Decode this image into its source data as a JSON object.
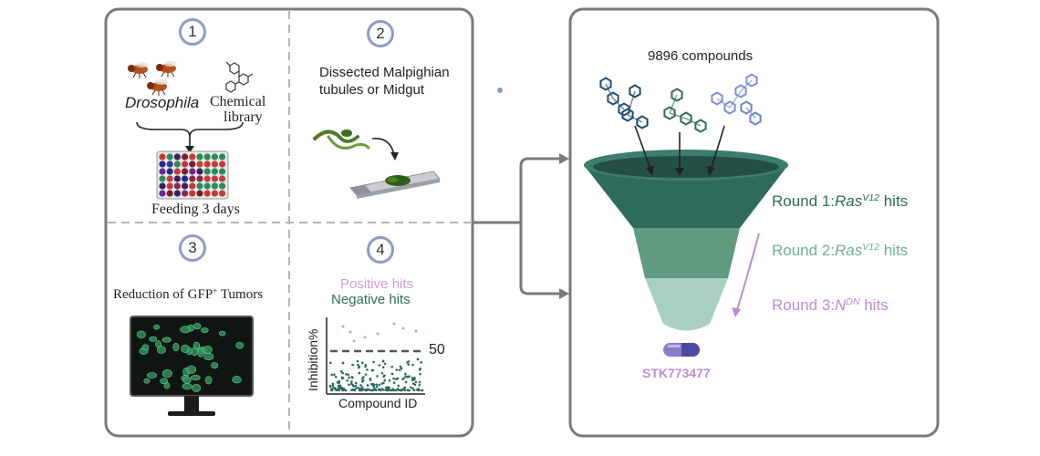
{
  "colors": {
    "panel_border": "#7a7a7a",
    "divider": "#b5b5b5",
    "step_circle": "#8f9bc7",
    "funnel_top": "#2f6b5c",
    "funnel_mid": "#5f9c80",
    "funnel_bottom": "#a9cfc0",
    "round1_text": "#2f6b5c",
    "round2_text": "#6fae93",
    "round3_text": "#c08ad3",
    "positive_hits": "#d69ad8",
    "negative_hits": "#2f6b5c",
    "compound_label": "#c08ad3"
  },
  "steps": [
    {
      "number": "1",
      "texts": {
        "organism": "Drosophila",
        "library_line1": "Chemical",
        "library_line2": "library",
        "caption": "Feeding 3 days"
      }
    },
    {
      "number": "2",
      "texts": {
        "line1": "Dissected Malpighian",
        "line2": "tubules or Midgut"
      }
    },
    {
      "number": "3",
      "texts": {
        "pre": "Reduction of GFP",
        "sup": "+",
        "post": " Tumors"
      }
    },
    {
      "number": "4",
      "texts": {
        "positive": "Positive hits",
        "negative": "Negative hits",
        "threshold": "50",
        "ylabel": "Inhibition%",
        "xlabel": "Compound ID"
      }
    }
  ],
  "screen": {
    "compounds": "9896 compounds",
    "rounds": [
      {
        "label": "Round 1:",
        "gene": "Ras",
        "sup": "V12",
        "suffix": " hits"
      },
      {
        "label": "Round 2:",
        "gene": "Ras",
        "sup": "V12",
        "suffix": " hits"
      },
      {
        "label": "Round 3:",
        "gene": "N",
        "sup": "DN",
        "suffix": " hits"
      }
    ],
    "result": "STK773477"
  },
  "icons": [
    "fly-icon",
    "molecule-icon",
    "well-plate-icon",
    "tubule-icon",
    "slide-icon",
    "monitor-icon",
    "funnel-icon",
    "capsule-icon"
  ]
}
